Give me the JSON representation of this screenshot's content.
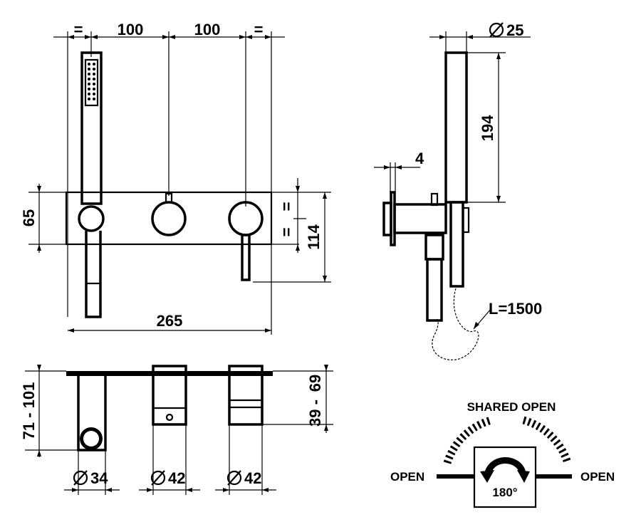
{
  "front_view": {
    "dim_left_equal": "=",
    "dim_spacing_1": "100",
    "dim_spacing_2": "100",
    "dim_right_equal": "=",
    "dim_plate_height": "65",
    "dim_plate_width": "265",
    "dim_half_top": "=",
    "dim_half_bottom": "=",
    "dim_lever_drop": "114"
  },
  "side_view": {
    "dim_diameter": "25",
    "dim_handshower_length": "194",
    "dim_plate_thickness": "4",
    "hose_length": "L=1500"
  },
  "top_view": {
    "dim_projection_left": "71 - 101",
    "dim_projection_right_top": "69",
    "dim_projection_right_bottom": "39 -",
    "dim_diameter_1": "34",
    "dim_diameter_2": "42",
    "dim_diameter_3": "42"
  },
  "rotation_diagram": {
    "shared_open_label": "SHARED OPEN",
    "open_left_label": "OPEN",
    "open_right_label": "OPEN",
    "angle_label": "180°"
  },
  "colors": {
    "ink": "#000000",
    "paper": "#ffffff"
  }
}
